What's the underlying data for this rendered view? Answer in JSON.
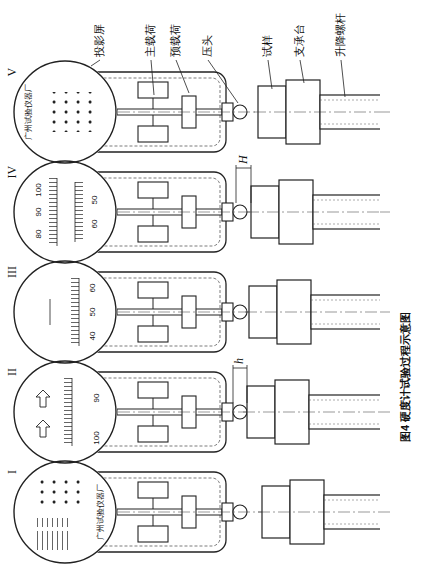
{
  "diagram": {
    "caption": "图4 硬度计试验过程示意图",
    "nodes": [
      {
        "text": [
          "广州试验仪器厂"
        ]
      },
      {
        "text": [
          "100",
          "90"
        ]
      },
      {
        "text": [
          "40",
          "50",
          "60"
        ]
      },
      {
        "text": [
          "80",
          "90",
          "100",
          "60",
          "50"
        ]
      },
      {
        "text": [
          "广州试验仪器厂"
        ]
      }
    ],
    "labels": [
      "I",
      "II",
      "III",
      "IV",
      "V",
      "投影屏",
      "主载荷",
      "预载荷",
      "压头",
      "试样",
      "支承台",
      "升降螺杆",
      "h",
      "H"
    ]
  }
}
